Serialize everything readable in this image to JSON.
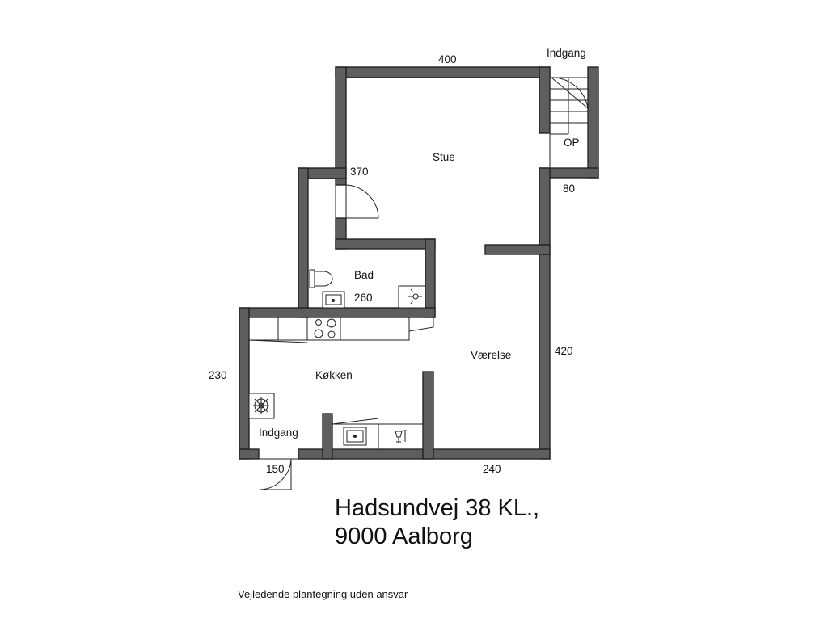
{
  "rooms": {
    "stue": "Stue",
    "bad": "Bad",
    "vaerelse": "Værelse",
    "kokken": "Køkken",
    "indgang_bottom": "Indgang",
    "indgang_top": "Indgang",
    "op": "OP"
  },
  "dimensions": {
    "top_width": "400",
    "hall_370": "370",
    "stair_80": "80",
    "bad_260": "260",
    "right_420": "420",
    "left_230": "230",
    "bottom_240": "240",
    "door_150": "150"
  },
  "address": {
    "line1": "Hadsundvej 38 KL.,",
    "line2": "9000 Aalborg"
  },
  "disclaimer": "Vejledende plantegning uden ansvar"
}
